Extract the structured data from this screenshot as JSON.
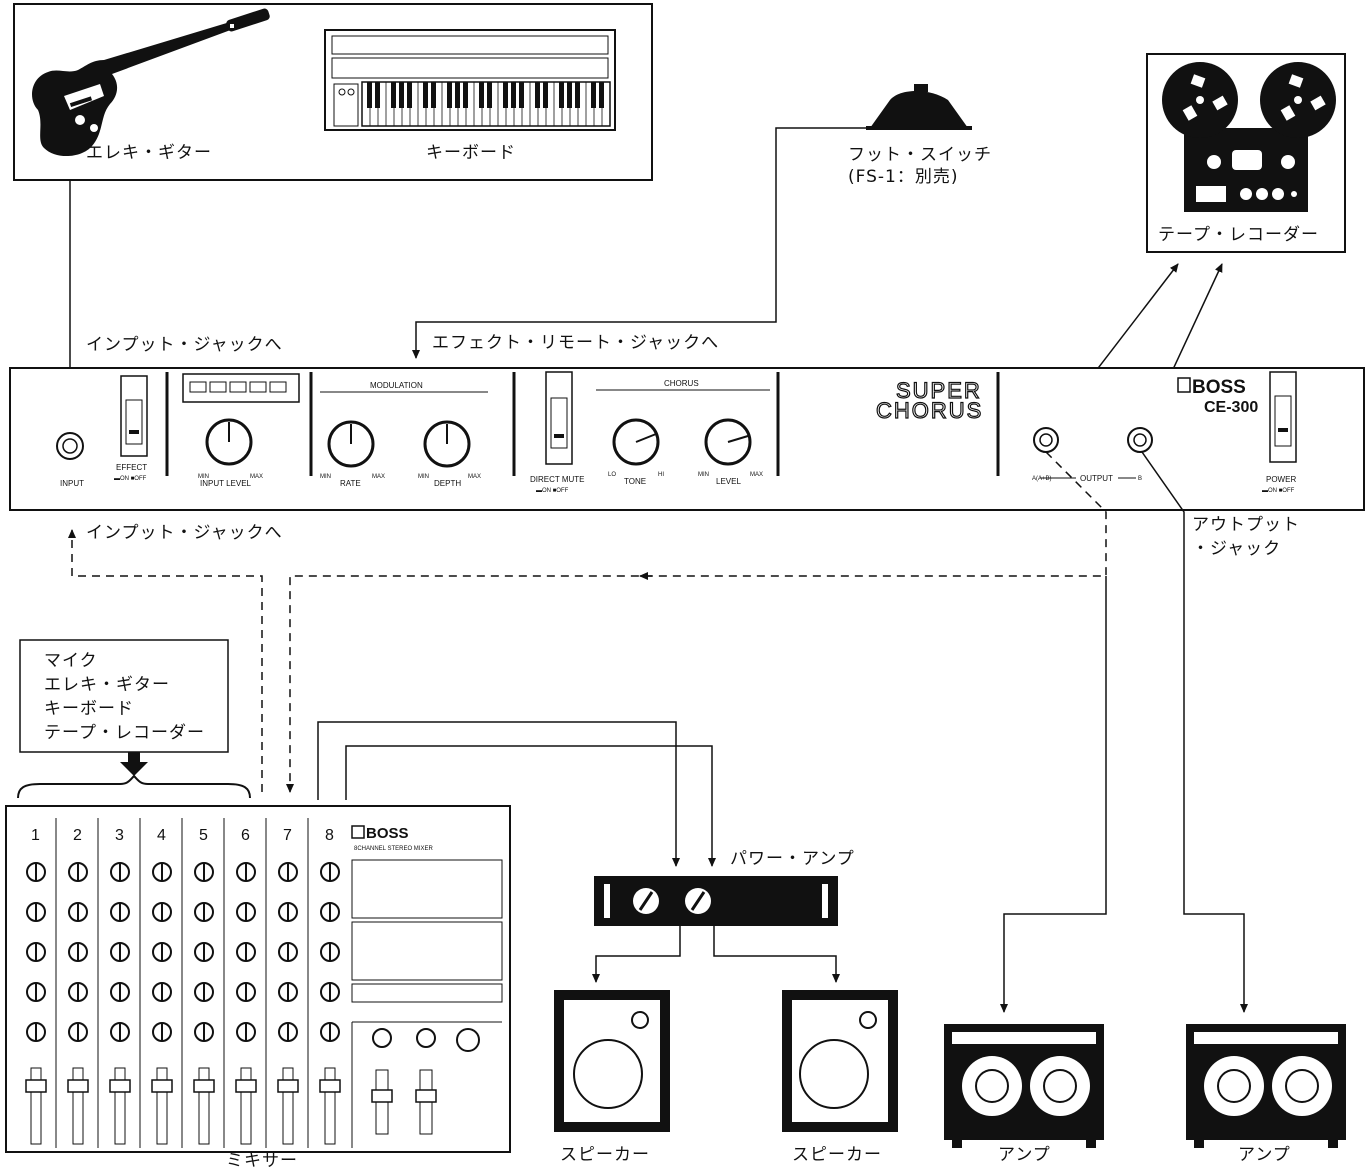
{
  "labels": {
    "guitar": "エレキ・ギター",
    "keyboard": "キーボード",
    "footswitch_line1": "フット・スイッチ",
    "footswitch_line2": "(FS-1：別売)",
    "tape_recorder": "テープ・レコーダー",
    "input_jack_top": "インプット・ジャックへ",
    "effect_remote_jack": "エフェクト・リモート・ジャックへ",
    "input_jack_bottom": "インプット・ジャックへ",
    "output_jack_line1": "アウトプット",
    "output_jack_line2": "・ジャック",
    "sources": [
      "マイク",
      "エレキ・ギター",
      "キーボード",
      "テープ・レコーダー"
    ],
    "power_amp": "パワー・アンプ",
    "mixer": "ミキサー",
    "speaker_left": "スピーカー",
    "speaker_right": "スピーカー",
    "amp_left": "アンプ",
    "amp_right": "アンプ"
  },
  "unit": {
    "title_line1": "SUPER",
    "title_line2": "CHORUS",
    "brand": "BOSS",
    "model": "CE-300",
    "input": "INPUT",
    "effect": "EFFECT",
    "effect_sub": "▬ON ■OFF",
    "input_level": "INPUT LEVEL",
    "modulation": "MODULATION",
    "rate": "RATE",
    "depth": "DEPTH",
    "direct_mute": "DIRECT MUTE",
    "direct_mute_sub": "▬ON ■OFF",
    "chorus": "CHORUS",
    "tone": "TONE",
    "level": "LEVEL",
    "output": "OUTPUT",
    "output_a": "A(A+B)",
    "output_b": "B",
    "power": "POWER",
    "power_sub": "▬ON ■OFF",
    "min": "MIN",
    "max": "MAX",
    "lo": "LO",
    "hi": "HI"
  },
  "mixer_panel": {
    "brand": "BOSS",
    "subtitle": "8CHANNEL STEREO MIXER",
    "channels": [
      "1",
      "2",
      "3",
      "4",
      "5",
      "6",
      "7",
      "8"
    ]
  }
}
